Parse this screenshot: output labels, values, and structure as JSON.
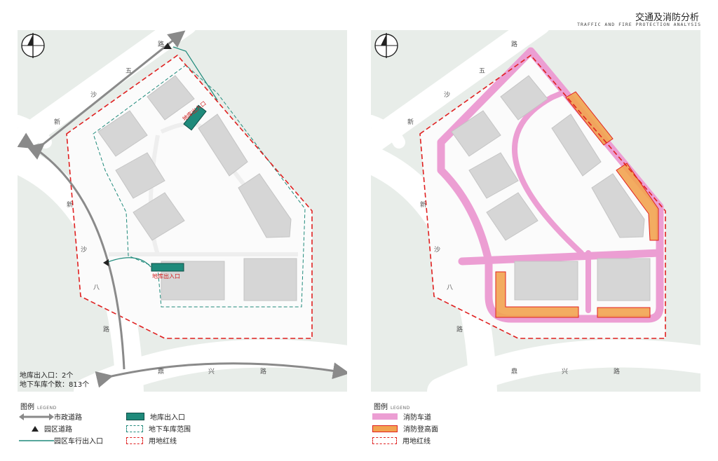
{
  "header": {
    "title": "交通及消防分析",
    "subtitle": "TRAFFIC AND FIRE PROTECTION ANALYSIS"
  },
  "roads": {
    "road_wu": [
      "新",
      "沙",
      "五",
      "路"
    ],
    "road_ba": [
      "新",
      "沙",
      "八",
      "路"
    ],
    "road_dx": [
      "鼎",
      "兴",
      "路"
    ]
  },
  "left_map": {
    "garage_entrance_label": "地库出入口",
    "stats": {
      "entrance_count": "地库出入口：2个",
      "parking_count": "地下车库个数：813个"
    }
  },
  "legend_left": {
    "heading": "图例",
    "heading_en": "LEGEND",
    "items": {
      "municipal_road": "市政道路",
      "park_road": "园区道路",
      "vehicle_entry": "园区车行出入口",
      "garage_entrance": "地库出入口",
      "underground_extent": "地下车库范围",
      "red_line": "用地红线"
    }
  },
  "legend_right": {
    "heading": "图例",
    "heading_en": "LEGEND",
    "items": {
      "fire_lane": "消防车道",
      "fire_climbing": "消防登高面",
      "red_line": "用地红线"
    }
  },
  "colors": {
    "background_green": "#e8ede9",
    "road_white": "#ffffff",
    "building_gray": "#d6d6d6",
    "teal": "#1f8a7b",
    "red_line": "#e02020",
    "fire_lane_pink": "#ec9ed3",
    "fire_climb_orange": "#f2a350",
    "arrow_gray": "#8a8a8a"
  }
}
